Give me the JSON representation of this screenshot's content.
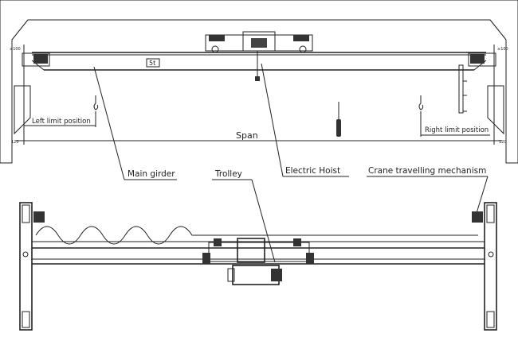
{
  "labels": {
    "capacity": "5t",
    "left_limit": "Left limit position",
    "right_limit": "Right limit position",
    "span": "Span",
    "main_girder": "Main girder",
    "trolley": "Trolley",
    "electric_hoist": "Electric Hoist",
    "crane_travelling": "Crane travelling mechanism",
    "clearance_top_left": "≥100",
    "clearance_top_right": "≥100",
    "clearance_bottom_left": "120",
    "clearance_bottom_right": "120"
  }
}
